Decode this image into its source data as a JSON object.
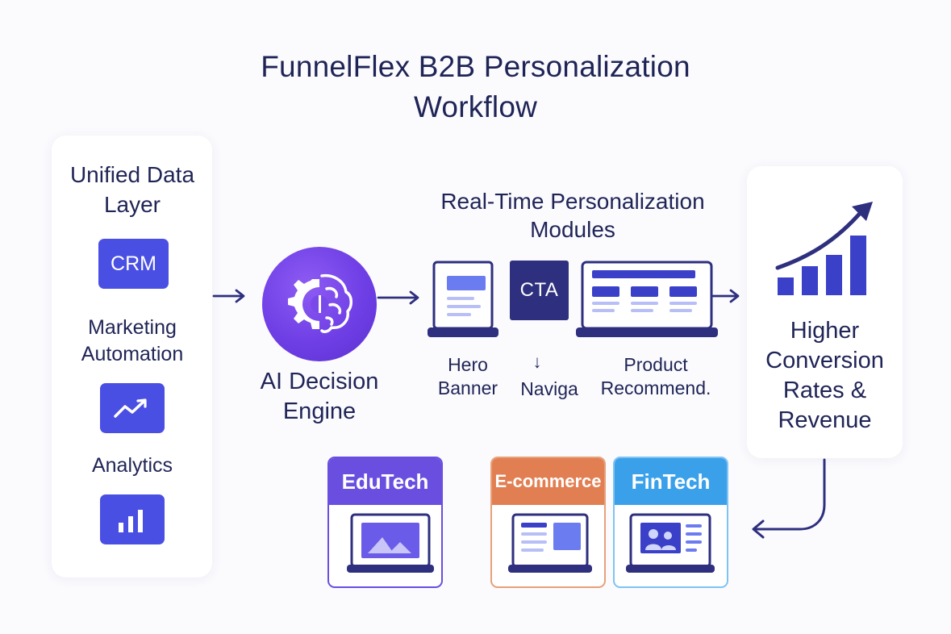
{
  "title": "FunnelFlex B2B Personalization Workflow",
  "data_layer": {
    "heading": "Unified Data Layer",
    "crm_label": "CRM",
    "marketing_label": "Marketing Automation",
    "analytics_label": "Analytics"
  },
  "engine": {
    "label": "AI Decision Engine"
  },
  "modules": {
    "heading": "Real-Time Personalization Modules",
    "cta_label": "CTA",
    "hero_label": "Hero Banner",
    "nav_arrow": "↓",
    "nav_label": "Naviga",
    "product_label": "Product Recommend."
  },
  "outcome": {
    "label": "Higher Conversion Rates & Revenue"
  },
  "industries": [
    {
      "name": "EduTech",
      "color": "#6a4ee0",
      "border": "#6a4ee0"
    },
    {
      "name": "E-commerce",
      "color": "#e27f52",
      "border": "#e8a07a"
    },
    {
      "name": "FinTech",
      "color": "#3aa0ea",
      "border": "#7fc3f2"
    }
  ],
  "colors": {
    "navy": "#2e2f7e",
    "accent": "#4a4fe3",
    "purple": "#6f3fe6",
    "light_blue": "#6a7cf0"
  }
}
